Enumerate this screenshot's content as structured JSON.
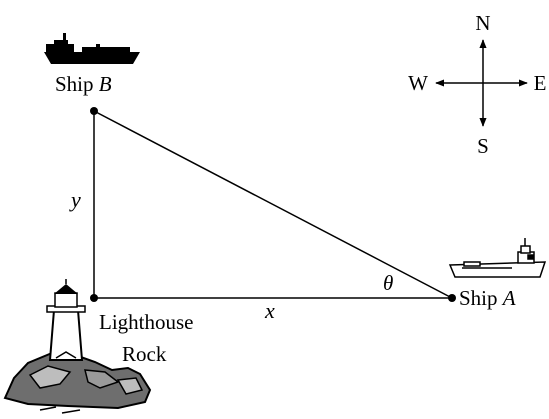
{
  "labels": {
    "ship_b": {
      "prefix": "Ship ",
      "letter": "B"
    },
    "ship_a": {
      "prefix": "Ship ",
      "letter": "A"
    },
    "lighthouse_line1": "Lighthouse",
    "lighthouse_line2": "Rock",
    "side_y": "y",
    "side_x": "x",
    "angle": "θ"
  },
  "compass": {
    "north": "N",
    "south": "S",
    "east": "E",
    "west": "W"
  }
}
